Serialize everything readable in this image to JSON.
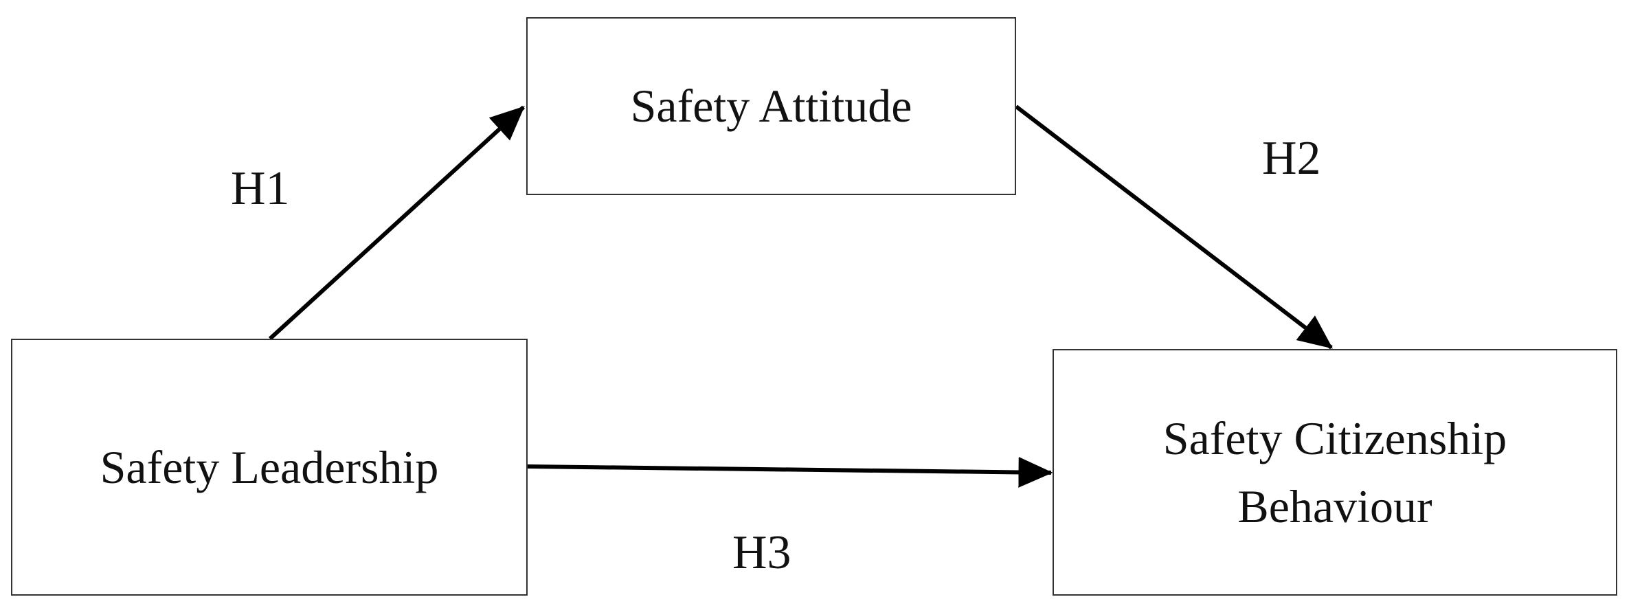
{
  "nodes": {
    "attitude": {
      "label": "Safety Attitude"
    },
    "leadership": {
      "label": "Safety Leadership"
    },
    "citizenship": {
      "line1": "Safety Citizenship",
      "line2": "Behaviour"
    }
  },
  "hypotheses": {
    "h1": "H1",
    "h2": "H2",
    "h3": "H3"
  },
  "colors": {
    "arrow": "#000000",
    "border": "#333333"
  }
}
